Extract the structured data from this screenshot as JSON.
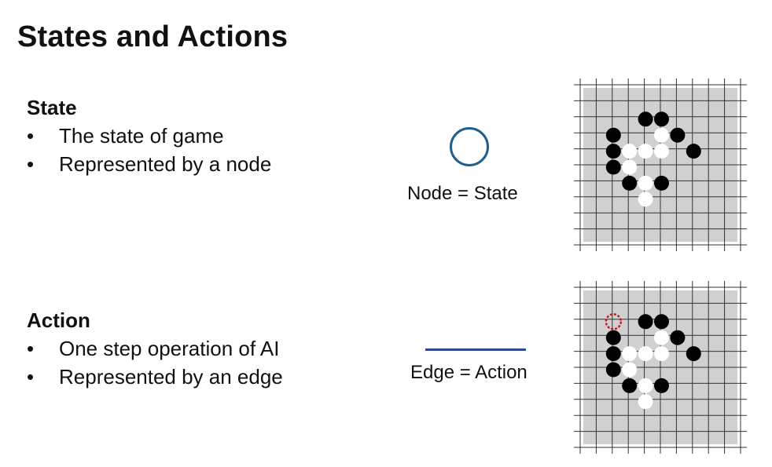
{
  "title": "States and Actions",
  "state_section": {
    "heading": "State",
    "bullets": [
      "The state of game",
      "Represented by a node"
    ]
  },
  "action_section": {
    "heading": "Action",
    "bullets": [
      "One step operation of AI",
      "Represented by an edge"
    ]
  },
  "node_caption": "Node = State",
  "edge_caption": "Edge = Action",
  "bullet_glyph": "•",
  "colors": {
    "node_circle": "#1f5f8b",
    "edge_line": "#2e4b9a",
    "board_fill": "#d0d0d0",
    "grid_line": "#333333",
    "move_marker": "#c0181d"
  },
  "board_stones": {
    "grid_size": 11,
    "black": [
      [
        4,
        2
      ],
      [
        5,
        2
      ],
      [
        2,
        3
      ],
      [
        6,
        3
      ],
      [
        2,
        4
      ],
      [
        7,
        4
      ],
      [
        2,
        5
      ],
      [
        3,
        6
      ],
      [
        5,
        6
      ]
    ],
    "white": [
      [
        5,
        3
      ],
      [
        3,
        4
      ],
      [
        4,
        4
      ],
      [
        5,
        4
      ],
      [
        3,
        5
      ],
      [
        4,
        6
      ],
      [
        4,
        7
      ]
    ],
    "action_marker": [
      2,
      2
    ]
  }
}
